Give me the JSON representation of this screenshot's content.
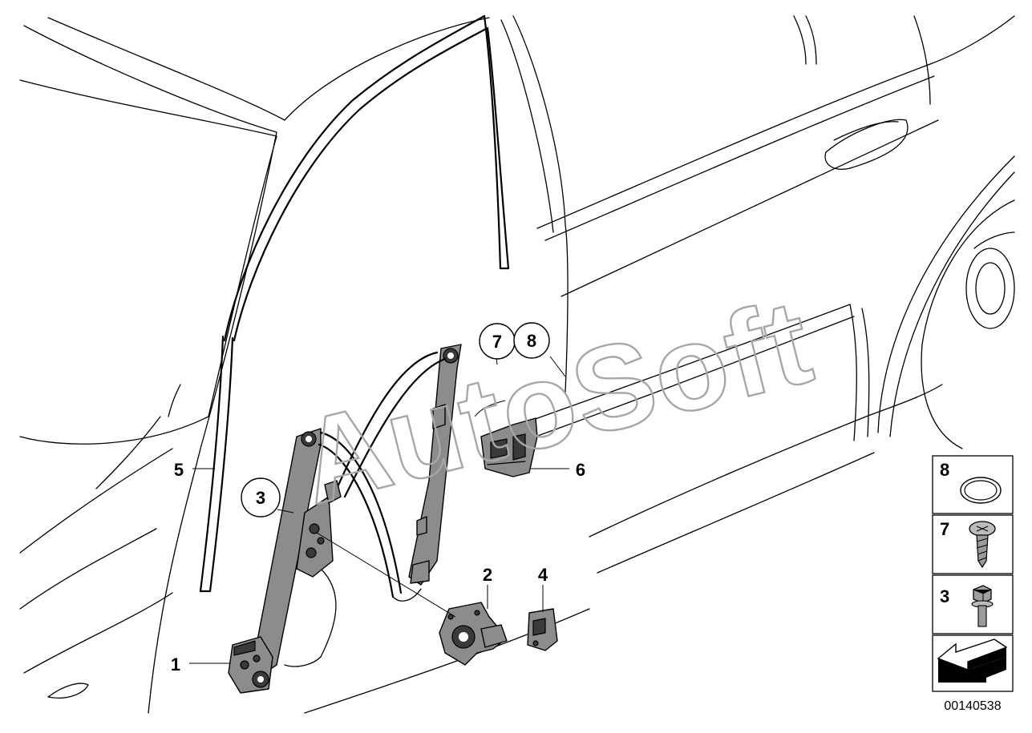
{
  "diagram": {
    "watermark": "AutoSoft",
    "document_number": "00140538",
    "callouts": [
      {
        "id": "c1",
        "label": "1",
        "circled": false
      },
      {
        "id": "c2",
        "label": "2",
        "circled": false
      },
      {
        "id": "c3",
        "label": "3",
        "circled": true
      },
      {
        "id": "c4",
        "label": "4",
        "circled": false
      },
      {
        "id": "c5",
        "label": "5",
        "circled": false
      },
      {
        "id": "c6",
        "label": "6",
        "circled": false
      },
      {
        "id": "c7",
        "label": "7",
        "circled": true
      },
      {
        "id": "c8",
        "label": "8",
        "circled": true
      }
    ],
    "legend": [
      {
        "label": "8",
        "icon": "seal-ring-icon"
      },
      {
        "label": "7",
        "icon": "screw-icon"
      },
      {
        "label": "3",
        "icon": "hex-bolt-icon"
      },
      {
        "label": "",
        "icon": "direction-arrow-icon"
      }
    ]
  }
}
